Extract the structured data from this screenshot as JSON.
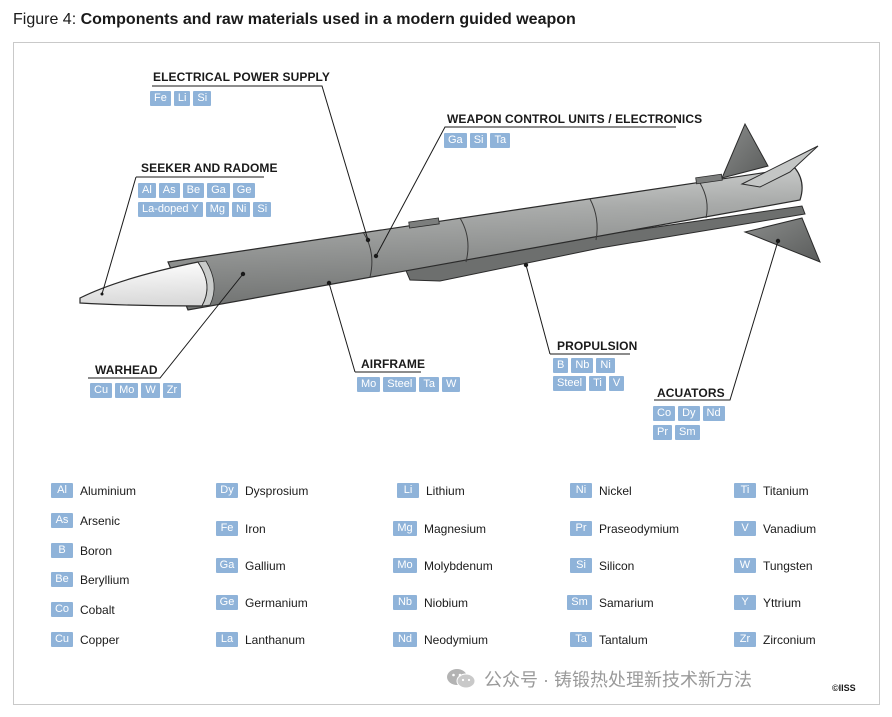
{
  "figure": {
    "label": "Figure 4:",
    "title": "Components and raw materials used in a modern guided weapon"
  },
  "colors": {
    "chip": "#8fb3d9",
    "body": "#a3a5a4",
    "nose": "#efefef",
    "leader": "#1a1a1a"
  },
  "callouts": {
    "power": {
      "label": "ELECTRICAL POWER SUPPLY",
      "rows": [
        [
          "Fe",
          "Li",
          "Si"
        ]
      ]
    },
    "control": {
      "label": "WEAPON CONTROL UNITS / ELECTRONICS",
      "rows": [
        [
          "Ga",
          "Si",
          "Ta"
        ]
      ]
    },
    "seeker": {
      "label": "SEEKER AND RADOME",
      "rows": [
        [
          "Al",
          "As",
          "Be",
          "Ga",
          "Ge"
        ],
        [
          "La-doped Y",
          "Mg",
          "Ni",
          "Si"
        ]
      ]
    },
    "warhead": {
      "label": "WARHEAD",
      "rows": [
        [
          "Cu",
          "Mo",
          "W",
          "Zr"
        ]
      ]
    },
    "airframe": {
      "label": "AIRFRAME",
      "rows": [
        [
          "Mo",
          "Steel",
          "Ta",
          "W"
        ]
      ]
    },
    "propulsion": {
      "label": "PROPULSION",
      "rows": [
        [
          "B",
          "Nb",
          "Ni"
        ],
        [
          "Steel",
          "Ti",
          "V"
        ]
      ]
    },
    "actuators": {
      "label": "ACUATORS",
      "rows": [
        [
          "Co",
          "Dy",
          "Nd"
        ],
        [
          "Pr",
          "Sm"
        ]
      ]
    }
  },
  "legend": [
    [
      {
        "symbol": "Al",
        "name": "Aluminium"
      },
      {
        "symbol": "As",
        "name": "Arsenic"
      },
      {
        "symbol": "B",
        "name": "Boron"
      },
      {
        "symbol": "Be",
        "name": "Beryllium"
      },
      {
        "symbol": "Co",
        "name": "Cobalt"
      },
      {
        "symbol": "Cu",
        "name": "Copper"
      }
    ],
    [
      {
        "symbol": "Dy",
        "name": "Dysprosium"
      },
      {
        "symbol": "Fe",
        "name": "Iron"
      },
      {
        "symbol": "Ga",
        "name": "Gallium"
      },
      {
        "symbol": "Ge",
        "name": "Germanium"
      },
      {
        "symbol": "La",
        "name": "Lanthanum"
      }
    ],
    [
      {
        "symbol": "Li",
        "name": "Lithium"
      },
      {
        "symbol": "Mg",
        "name": "Magnesium"
      },
      {
        "symbol": "Mo",
        "name": "Molybdenum"
      },
      {
        "symbol": "Nb",
        "name": "Niobium"
      },
      {
        "symbol": "Nd",
        "name": "Neodymium"
      }
    ],
    [
      {
        "symbol": "Ni",
        "name": "Nickel"
      },
      {
        "symbol": "Pr",
        "name": "Praseodymium"
      },
      {
        "symbol": "Si",
        "name": "Silicon"
      },
      {
        "symbol": "Sm",
        "name": "Samarium"
      },
      {
        "symbol": "Ta",
        "name": "Tantalum"
      }
    ],
    [
      {
        "symbol": "Ti",
        "name": "Titanium"
      },
      {
        "symbol": "V",
        "name": "Vanadium"
      },
      {
        "symbol": "W",
        "name": "Tungsten"
      },
      {
        "symbol": "Y",
        "name": "Yttrium"
      },
      {
        "symbol": "Zr",
        "name": "Zirconium"
      }
    ]
  ],
  "watermark": {
    "text": "公众号 · 铸锻热处理新技术新方法",
    "icon": "wechat-icon"
  },
  "credit": "©IISS"
}
